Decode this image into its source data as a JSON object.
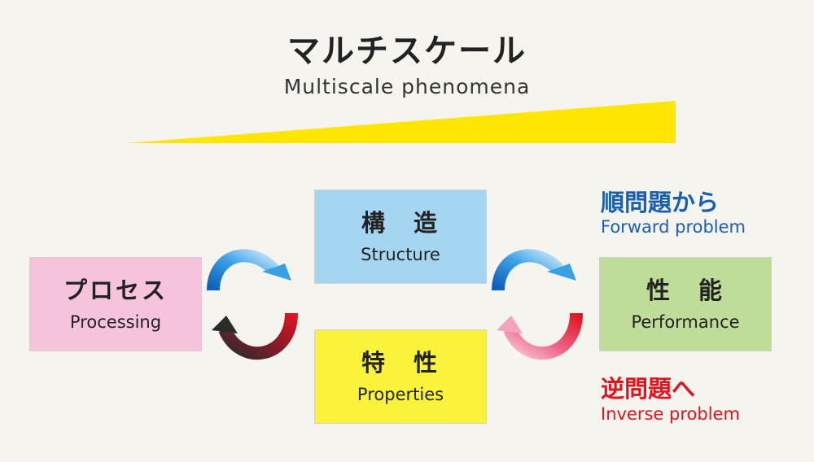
{
  "title": {
    "jp": "マルチスケール",
    "en": "Multiscale phenomena"
  },
  "boxes": {
    "processing": {
      "jp": "プロセス",
      "en": "Processing"
    },
    "structure": {
      "jp": "構　造",
      "en": "Structure"
    },
    "properties": {
      "jp": "特　性",
      "en": "Properties"
    },
    "performance": {
      "jp": "性　能",
      "en": "Performance"
    }
  },
  "forward": {
    "jp": "順問題から",
    "en": "Forward problem"
  },
  "inverse": {
    "jp": "逆問題へ",
    "en": "Inverse problem"
  },
  "colors": {
    "background": "#f5f4ee",
    "wedge": "#ffe600",
    "processing": "#f5c3dc",
    "structure": "#a5d6f1",
    "properties": "#fbf23a",
    "performance": "#c0dc99",
    "forward": "#1a5fae",
    "inverse": "#e0141e"
  }
}
